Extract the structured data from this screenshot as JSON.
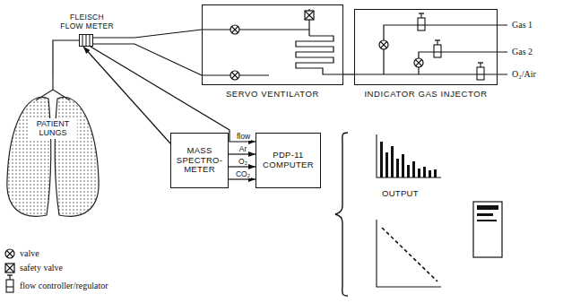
{
  "diagram": {
    "nodes": [
      {
        "text": [
          "FLEISCH FLOW METER"
        ]
      },
      {
        "text": [
          "PATIENT LUNGS"
        ]
      },
      {
        "text": [
          "SERVO VENTILATOR"
        ]
      },
      {
        "text": [
          "INDICATOR GAS INJECTOR"
        ]
      },
      {
        "text": [
          "MASS SPECTRO- METER"
        ]
      },
      {
        "text": [
          "PDP-11 COMPUTER"
        ]
      }
    ],
    "edges": [
      {
        "from": 1,
        "to": 0,
        "arrow": "none"
      },
      {
        "from": 0,
        "to": 2,
        "arrow": "none"
      },
      {
        "from": 0,
        "to": 2,
        "arrow": "none"
      },
      {
        "from": 3,
        "to": 2,
        "arrow": "none"
      },
      {
        "from": 4,
        "to": 0,
        "arrow": "to"
      },
      {
        "from": 0,
        "to": 5,
        "arrow": "to",
        "label": "flow"
      },
      {
        "from": 4,
        "to": 5,
        "arrow": "to",
        "label": "Ar"
      },
      {
        "from": 4,
        "to": 5,
        "arrow": "to",
        "label": "O₂"
      },
      {
        "from": 4,
        "to": 5,
        "arrow": "to",
        "label": "CO₂"
      }
    ],
    "labels": [
      "Gas 1",
      "Gas 2",
      "O₂/Air",
      "OUTPUT"
    ],
    "legend": [
      {
        "text": "valve"
      },
      {
        "text": "safety valve"
      },
      {
        "text": "flow controller/regulator"
      }
    ]
  }
}
